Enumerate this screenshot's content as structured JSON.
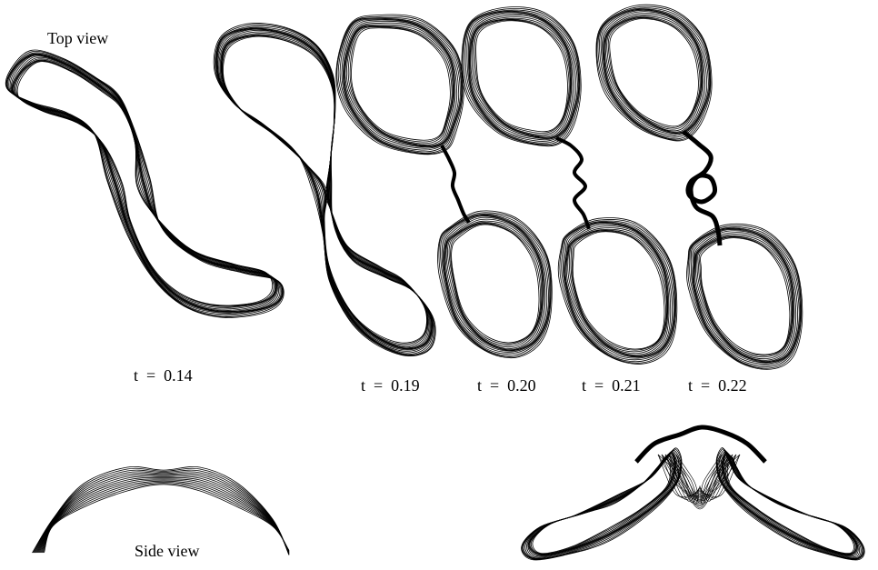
{
  "labels": {
    "top_view": "Top view",
    "side_view": "Side view"
  },
  "times": [
    "t  =  0.14",
    "t  =  0.19",
    "t  =  0.20",
    "t  =  0.21",
    "t  =  0.22"
  ],
  "line_color": "#000000",
  "background": "#ffffff"
}
